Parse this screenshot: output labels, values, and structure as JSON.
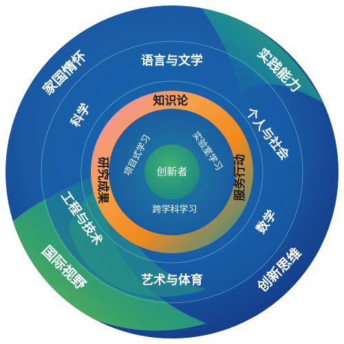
{
  "diagram": {
    "core": "创新者",
    "inner_ring": [
      "项目式学习",
      "实验室学习",
      "跨学科学习"
    ],
    "hub_ring": [
      "知识论",
      "服务行动",
      "研究成果"
    ],
    "middle_ring": [
      "语言与文学",
      "个人与社会",
      "数学",
      "艺术与体育",
      "工程与技术",
      "科学"
    ],
    "outer_ring": [
      "家国情怀",
      "实践能力",
      "创新思维",
      "国际视野"
    ],
    "colors": {
      "navy": "#17357f",
      "blue": "#1f63ae",
      "teal": "#178f93",
      "green": "#43b15a",
      "light_green": "#7cc142",
      "orange": "#f28a1b",
      "pink": "#f08fb2",
      "core_green": "#3aa56b"
    }
  }
}
